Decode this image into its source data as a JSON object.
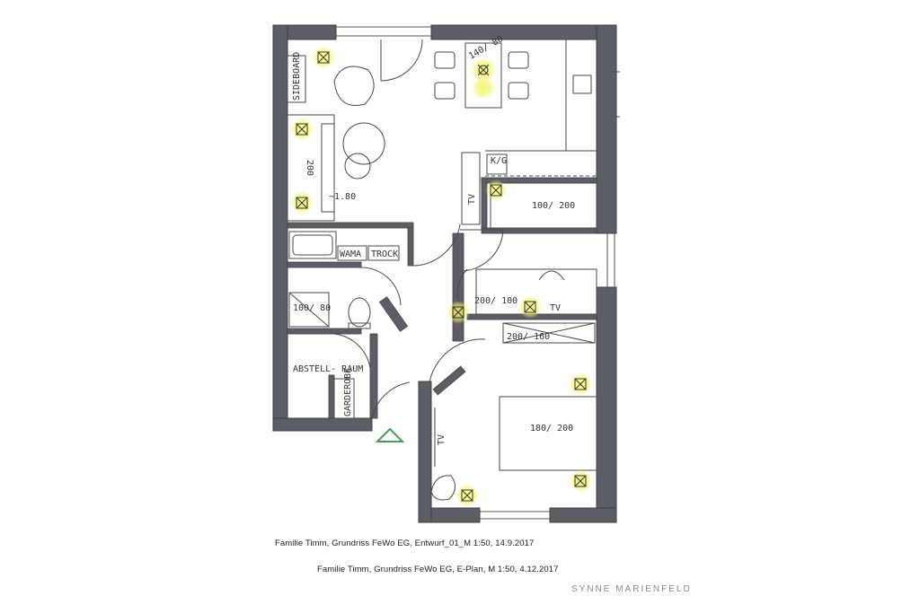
{
  "plan_labels": {
    "sideboard": "SIDEBOARD",
    "table": "140/ 80",
    "sofa": "200",
    "sofa_dim": "~1.80",
    "kitchen": "K/G",
    "tv": "TV",
    "bed1": "100/ 200",
    "wama": "WAMA",
    "trock": "TROCK",
    "shower": "100/ 80",
    "desk": "200/ 100",
    "bed_crossed": "200/ 160",
    "abstell": "ABSTELL- RAUM",
    "garderobe": "GARDEROBE",
    "bed2": "180/ 200"
  },
  "captions": {
    "line1": "Familie Timm, Grundriss FeWo EG, Entwurf_01_M 1:50, 14.9.2017",
    "line2": "Familie Timm, Grundriss FeWo EG, E-Plan, M 1:50, 4.12.2017"
  },
  "signature": "SYNNE MARIENFELD",
  "colors": {
    "wall": "#5c5e66",
    "wall_edge": "#3f4047",
    "line": "#4a4a4a",
    "light_marker": "#f0f04a",
    "entrance_arrow": "#4a9a55"
  },
  "icons": {
    "light": "light-fixture-icon",
    "entrance": "entrance-arrow-icon"
  }
}
